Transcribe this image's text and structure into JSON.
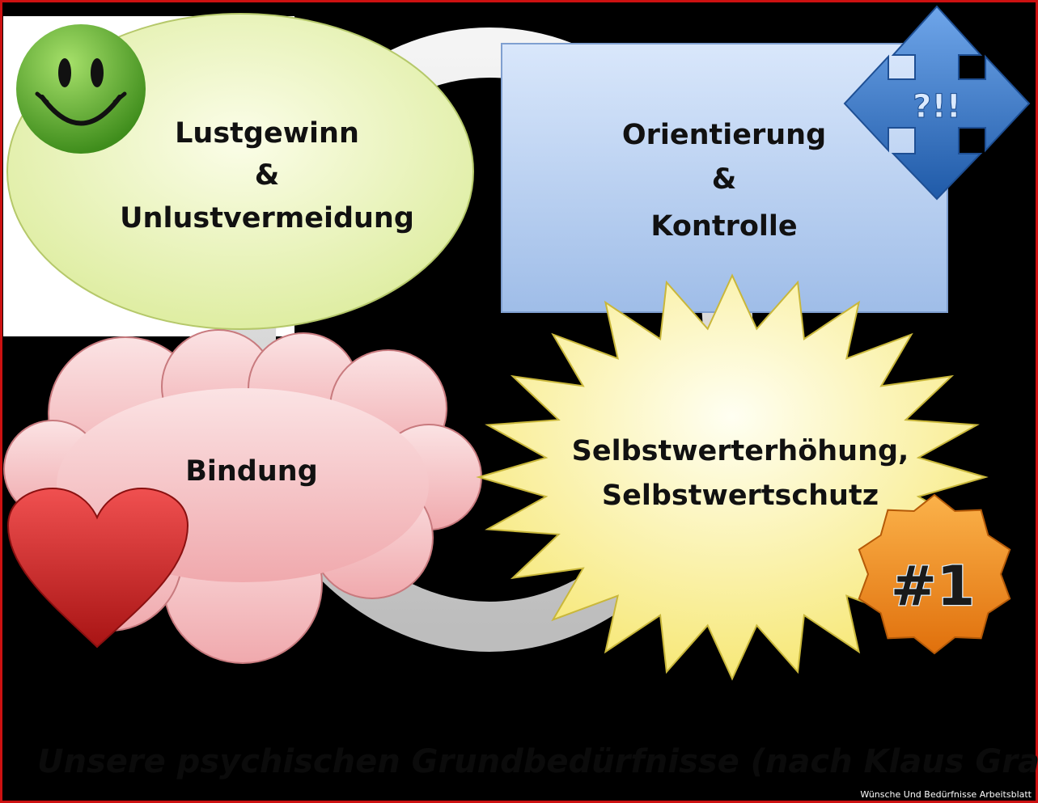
{
  "needs": {
    "lust": {
      "line1": "Lustgewinn",
      "line2": "&",
      "line3": "Unlustvermeidung"
    },
    "orientierung": {
      "line1": "Orientierung",
      "line2": "&",
      "line3": "Kontrolle"
    },
    "bindung": {
      "label": "Bindung"
    },
    "selbstwert": {
      "line1": "Selbstwerterhöhung,",
      "line2": "Selbstwertschutz"
    }
  },
  "badges": {
    "arrows_text": "?!!",
    "rank_text": "#1"
  },
  "caption": "Unsere psychischen Grundbedürfnisse (nach Klaus Grawe)",
  "watermark": "Wünsche Und Bedürfnisse Arbeitsblatt",
  "colors": {
    "frame": "#cc1111",
    "ellipse_fill": "#eef5c4",
    "rect_fill": "#bcd3f2",
    "cloud_fill": "#f5c6c8",
    "star_fill": "#fbf3b8",
    "smiley": "#6ab32e",
    "heart": "#d62a2a",
    "arrows": "#3a78c8",
    "badge": "#f08a1a"
  }
}
